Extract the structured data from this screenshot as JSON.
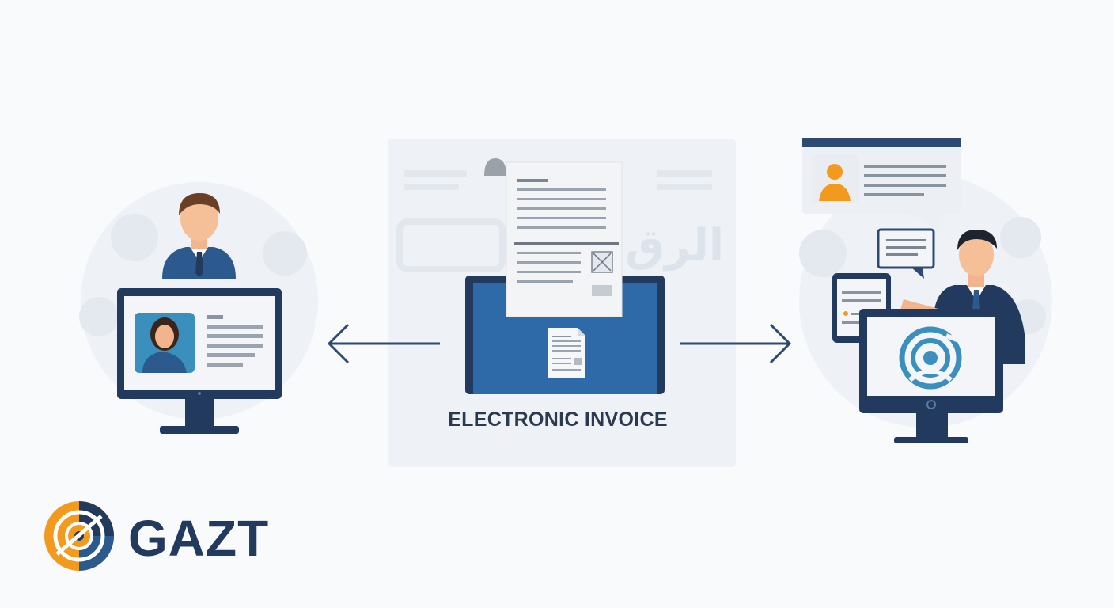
{
  "diagram": {
    "center_label": "ELECTRONIC INVOICE",
    "background_watermark_text": "الرق"
  },
  "brand": {
    "name": "GAZT",
    "colors": {
      "orange": "#f29a1e",
      "navy": "#223a5e",
      "blue": "#2c5a8f"
    }
  },
  "nodes": [
    {
      "id": "sender",
      "icons": [
        "man-avatar-icon",
        "woman-avatar-icon",
        "computer-monitor-icon"
      ]
    },
    {
      "id": "invoice-hub",
      "icons": [
        "invoice-document-icon",
        "laptop-icon",
        "small-document-icon"
      ]
    },
    {
      "id": "receiver",
      "icons": [
        "businessman-avatar-icon",
        "chat-bubble-icon",
        "tablet-icon",
        "gazt-logo-icon"
      ]
    }
  ],
  "arrows": [
    {
      "id": "arrow-to-sender",
      "direction": "left"
    },
    {
      "id": "arrow-to-receiver",
      "direction": "right"
    }
  ]
}
